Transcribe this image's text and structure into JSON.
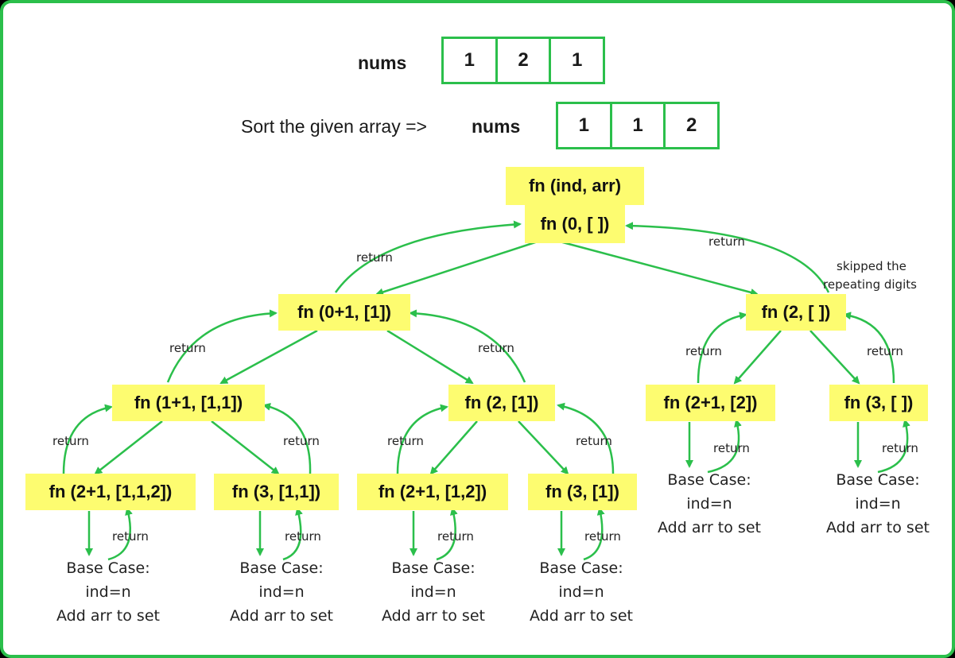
{
  "header": {
    "nums_label": "nums",
    "nums_values": [
      "1",
      "2",
      "1"
    ],
    "sort_text": "Sort the given array =>",
    "sorted_label": "nums",
    "sorted_values": [
      "1",
      "1",
      "2"
    ]
  },
  "signature": "fn (ind, arr)",
  "nodes": {
    "root": "fn (0, [ ])",
    "l1_left": "fn (0+1, [1])",
    "l1_right": "fn (2, [ ])",
    "l2_a": "fn (1+1, [1,1])",
    "l2_b": "fn (2, [1])",
    "l2_c": "fn (2+1, [2])",
    "l2_d": "fn (3, [ ])",
    "l3_a": "fn (2+1, [1,1,2])",
    "l3_b": "fn (3, [1,1])",
    "l3_c": "fn (2+1, [1,2])",
    "l3_d": "fn (3, [1])"
  },
  "return_label": "return",
  "skip_note": [
    "skipped the",
    "repeating digits"
  ],
  "base_case": [
    "Base Case:",
    "ind=n",
    "Add arr to set"
  ],
  "colors": {
    "border": "#2bbf4b",
    "arrow": "#2bbf4b",
    "node_fill": "#fdfc70"
  }
}
